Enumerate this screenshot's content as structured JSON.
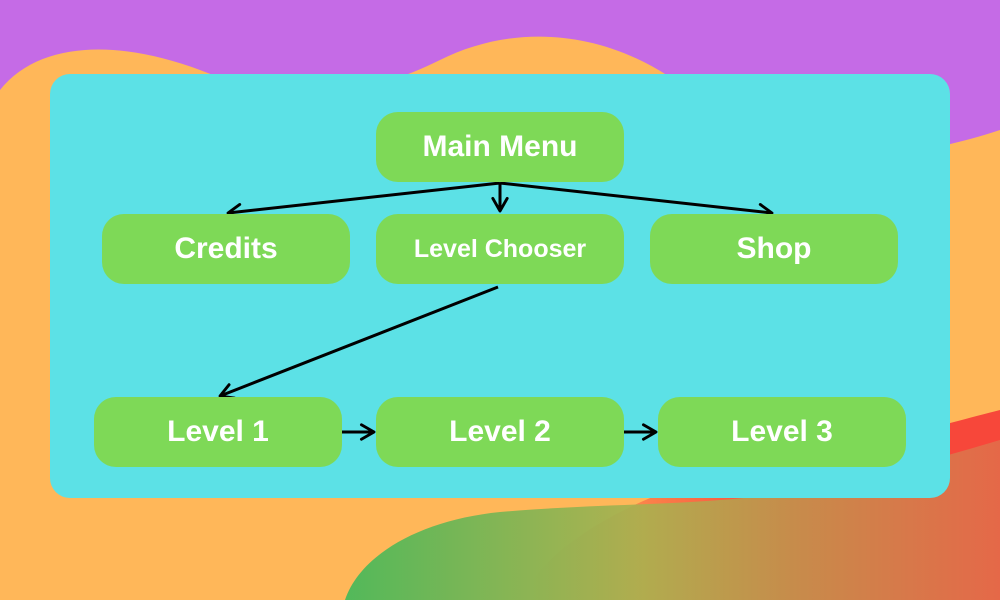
{
  "colors": {
    "background_top": "#c56be6",
    "background_orange": "#ffb759",
    "background_red": "#f7473a",
    "background_green": "#3fb95a",
    "panel": "#5ce1e6",
    "node_fill": "#7ed957",
    "node_text": "#ffffff",
    "arrow": "#000000"
  },
  "nodes": {
    "main_menu": "Main Menu",
    "credits": "Credits",
    "level_chooser": "Level Chooser",
    "shop": "Shop",
    "level_1": "Level 1",
    "level_2": "Level 2",
    "level_3": "Level 3"
  },
  "edges": [
    {
      "from": "Main Menu",
      "to": "Credits"
    },
    {
      "from": "Main Menu",
      "to": "Level Chooser"
    },
    {
      "from": "Main Menu",
      "to": "Shop"
    },
    {
      "from": "Level Chooser",
      "to": "Level 1"
    },
    {
      "from": "Level 1",
      "to": "Level 2"
    },
    {
      "from": "Level 2",
      "to": "Level 3"
    }
  ]
}
